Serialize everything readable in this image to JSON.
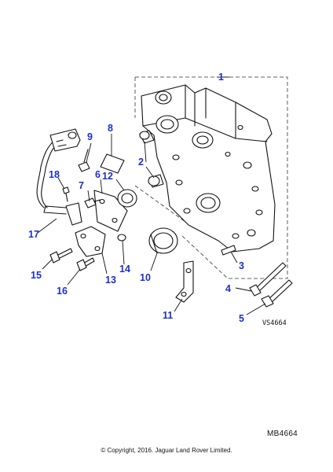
{
  "callouts": {
    "c1": "1",
    "c2": "2",
    "c3": "3",
    "c4": "4",
    "c5": "5",
    "c6": "6",
    "c7": "7",
    "c8": "8",
    "c9": "9",
    "c10": "10",
    "c11": "11",
    "c12": "12",
    "c13": "13",
    "c14": "14",
    "c15": "15",
    "c16": "16",
    "c17": "17",
    "c18": "18"
  },
  "view_code": "VS4664",
  "figure_code": "MB4664",
  "copyright": "© Copyright, 2016. Jaguar Land Rover Limited.",
  "colors": {
    "callout": "#1a2fd6",
    "line": "#111111",
    "background": "#ffffff"
  }
}
